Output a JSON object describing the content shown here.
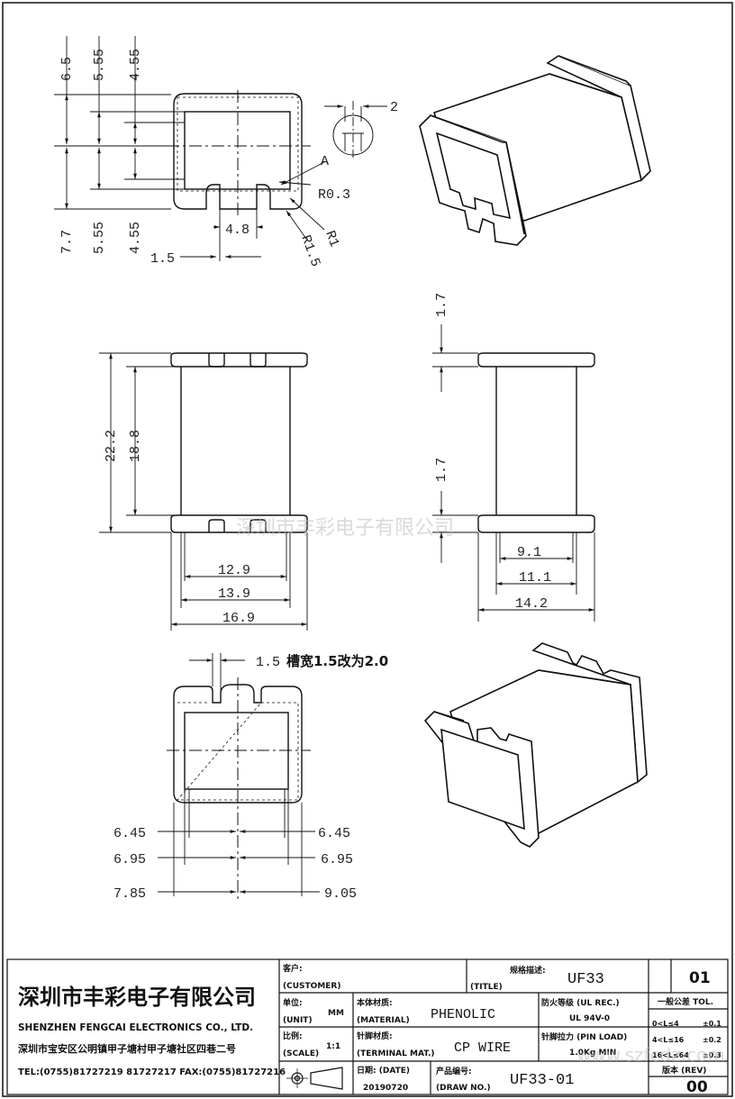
{
  "dimensions": {
    "top_view": {
      "left_top": [
        "6.5",
        "5.55",
        "4.55"
      ],
      "left_bottom": [
        "7.7",
        "5.55",
        "4.55"
      ],
      "slot": "4.8",
      "pin": "1.5",
      "thickness": "2",
      "detail": "A",
      "r03": "R0.3",
      "r1": "R1",
      "r15": "R1.5"
    },
    "front_view": {
      "height_total": "22.2",
      "height_inner": "18.8",
      "w1": "12.9",
      "w2": "13.9",
      "w3": "16.9"
    },
    "side_view": {
      "flange_top": "1.7",
      "flange_bottom": "1.7",
      "w1": "9.1",
      "w2": "11.1",
      "w3": "14.2"
    },
    "bottom_view": {
      "slot_width": "1.5",
      "note": "槽宽1.5改为2.0",
      "left": [
        "6.45",
        "6.95",
        "7.85"
      ],
      "right": [
        "6.45",
        "6.95",
        "9.05"
      ]
    }
  },
  "watermark": "深圳市丰彩电子有限公司",
  "title_block": {
    "company_cn": "深圳市丰彩电子有限公司",
    "company_en": "SHENZHEN FENGCAI ELECTRONICS CO., LTD.",
    "address": "深圳市宝安区公明镇甲子塘村甲子塘社区四巷二号",
    "contact": "TEL:(0755)81727219  81727217   FAX:(0755)81727216",
    "customer_cn": "客户:",
    "customer_en": "(CUSTOMER)",
    "title_cn": "规格描述:",
    "title_en": "(TITLE)",
    "title_value": "UF33",
    "sheet": "01",
    "unit_cn": "单位:",
    "unit_en": "(UNIT)",
    "unit_value": "MM",
    "material_cn": "本体材质:",
    "material_en": "(MATERIAL)",
    "material_value": "PHENOLIC",
    "ul_cn": "防火等级 (UL REC.)",
    "ul_value": "UL 94V-0",
    "tol_cn": "一般公差 TOL.",
    "tol_rows": [
      [
        "0<L≤4",
        "±0.1"
      ],
      [
        "4<L≤16",
        "±0.2"
      ],
      [
        "16<L≤64",
        "±0.3"
      ]
    ],
    "scale_cn": "比例:",
    "scale_en": "(SCALE)",
    "scale_value": "1:1",
    "terminal_cn": "针脚材质:",
    "terminal_en": "(TERMINAL MAT.)",
    "terminal_value": "CP WIRE",
    "pinload_cn": "针脚拉力 (PIN LOAD)",
    "pinload_value": "1.0Kg MIN",
    "date_cn": "日期: (DATE)",
    "date_value": "20190720",
    "drawno_cn": "产品编号:",
    "drawno_en": "(DRAW NO.)",
    "drawno_value": "UF33-01",
    "rev_cn": "版本 (REV)",
    "rev_value": "00",
    "site": "www.szfcdz.com"
  }
}
